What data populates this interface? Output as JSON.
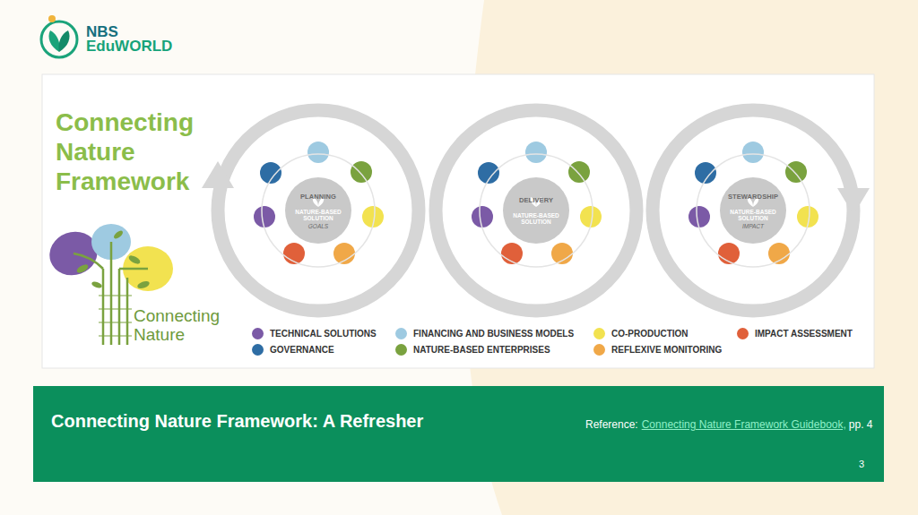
{
  "diagram": {
    "title": "Connecting Nature Framework",
    "caption": "Connecting Nature Framework: A Refresher",
    "nodes": [
      {
        "text": [
          "PLANNING",
          "NATURE-BASED SOLUTION",
          "GOALS"
        ]
      },
      {
        "text": [
          "DELIVERY",
          "NATURE-BASED SOLUTION"
        ]
      },
      {
        "text": [
          "STEWARDSHIP",
          "NATURE-BASED SOLUTION",
          "IMPACT"
        ]
      }
    ],
    "labels": [
      "NBS",
      "EduWORLD",
      "Connecting Nature",
      "Reference:",
      "Connecting Nature Framework Guidebook,",
      "pp. 4",
      "3"
    ],
    "legend": [
      {
        "text": "TECHNICAL SOLUTIONS",
        "color": "#7b5aa6"
      },
      {
        "text": "FINANCING AND BUSINESS MODELS",
        "color": "#9ecae1"
      },
      {
        "text": "CO-PRODUCTION",
        "color": "#f2e250"
      },
      {
        "text": "IMPACT ASSESSMENT",
        "color": "#e0603a"
      },
      {
        "text": "GOVERNANCE",
        "color": "#2e6da4"
      },
      {
        "text": "NATURE-BASED ENTERPRISES",
        "color": "#7aa23f"
      },
      {
        "text": "REFLEXIVE MONITORING",
        "color": "#f0a848"
      }
    ]
  }
}
